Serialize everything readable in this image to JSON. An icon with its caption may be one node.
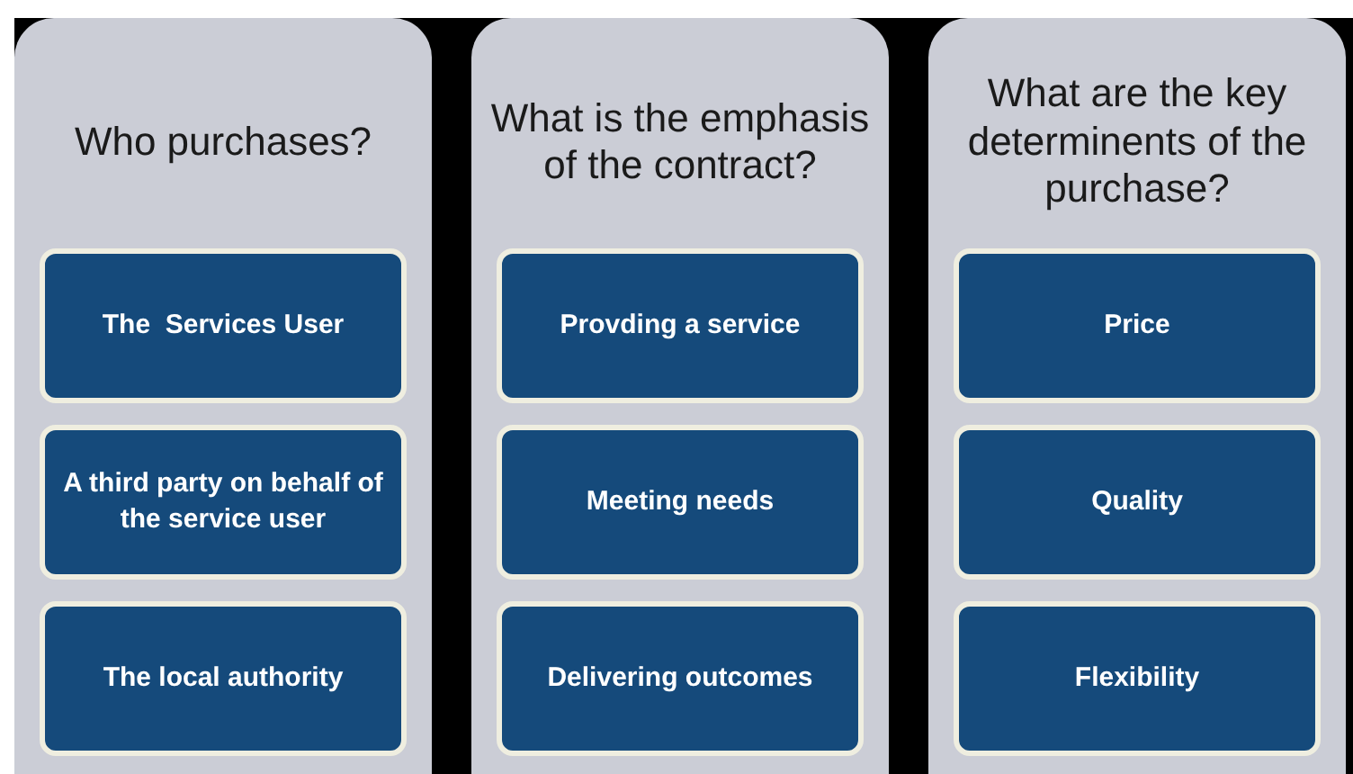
{
  "diagram": {
    "nodes": [
      {
        "text": [
          "Who purchases?"
        ]
      },
      {
        "text": [
          "The  Services User"
        ],
        "in": 0
      },
      {
        "text": [
          "A third party on behalf of the service user"
        ],
        "in": 0
      },
      {
        "text": [
          "The local authority"
        ],
        "in": 0
      },
      {
        "text": [
          "What is the emphasis of the contract?"
        ]
      },
      {
        "text": [
          "Provding a service"
        ],
        "in": 4
      },
      {
        "text": [
          "Meeting needs"
        ],
        "in": 4
      },
      {
        "text": [
          "Delivering outcomes"
        ],
        "in": 4
      },
      {
        "text": [
          "What are the key determinents of the purchase?"
        ]
      },
      {
        "text": [
          "Price"
        ],
        "in": 8
      },
      {
        "text": [
          "Quality"
        ],
        "in": 8
      },
      {
        "text": [
          "Flexibility"
        ],
        "in": 8
      }
    ]
  }
}
